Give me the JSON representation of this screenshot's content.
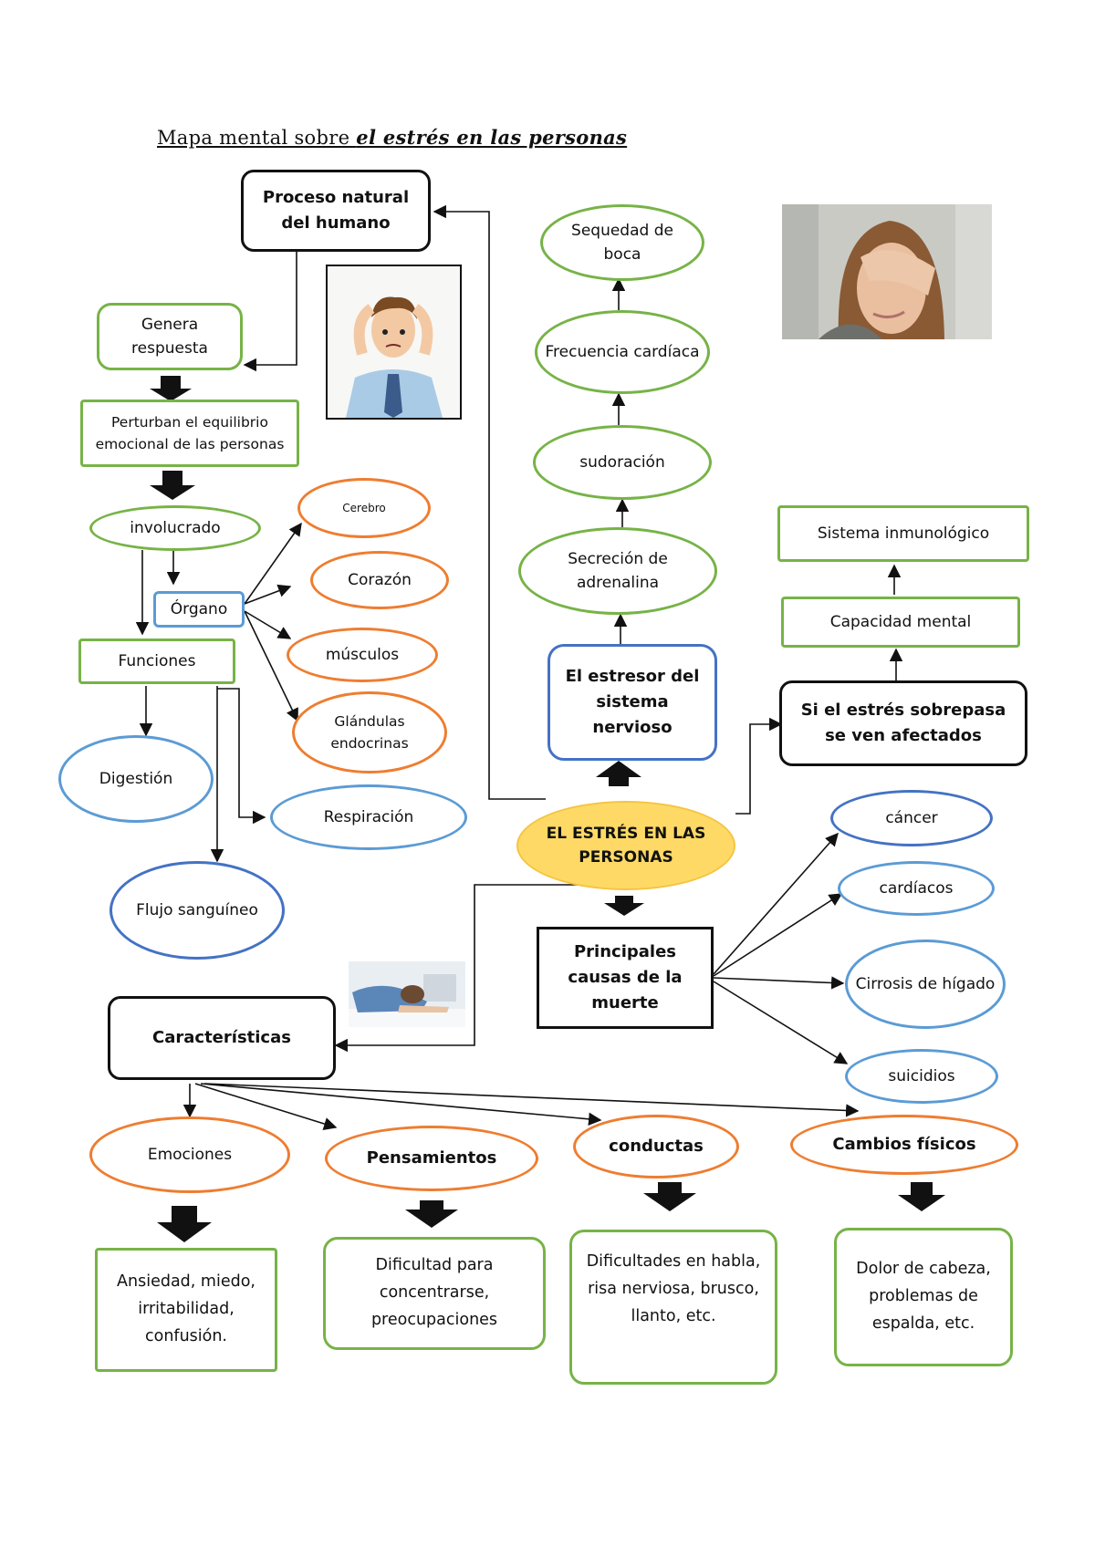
{
  "title": {
    "prefix": "Mapa mental sobre ",
    "emphasis": "el estrés en las personas"
  },
  "colors": {
    "green": "#77b347",
    "orange": "#ee7d31",
    "blue": "#5b9bd5",
    "dark_blue": "#4472c4",
    "yellow": "#ffd966",
    "black": "#111111"
  },
  "nodes": {
    "center": "EL ESTRÉS EN LAS PERSONAS",
    "proceso": "Proceso natural del humano",
    "genera": "Genera respuesta",
    "perturban": "Perturban el equilibrio emocional de las personas",
    "involucrado": "involucrado",
    "organo": "Órgano",
    "funciones": "Funciones",
    "cerebro": "Cerebro",
    "corazon": "Corazón",
    "musculos": "músculos",
    "glandulas": "Glándulas endocrinas",
    "digestion": "Digestión",
    "respiracion": "Respiración",
    "flujo": "Flujo sanguíneo",
    "estresor": "El estresor del sistema nervioso",
    "secrecion": "Secreción de adrenalina",
    "sudoracion": "sudoración",
    "frecuencia": "Frecuencia cardíaca",
    "sequedad": "Sequedad de boca",
    "sobrepasa": "Si el estrés sobrepasa se ven afectados",
    "capacidad": "Capacidad mental",
    "inmunologico": "Sistema inmunológico",
    "causas": "Principales causas de la muerte",
    "cancer": "cáncer",
    "cardiacos": "cardíacos",
    "cirrosis": "Cirrosis de hígado",
    "suicidios": "suicidios",
    "caracteristicas": "Características",
    "emociones": "Emociones",
    "pensamientos": "Pensamientos",
    "conductas": "conductas",
    "cambios": "Cambios físicos",
    "ansiedad": "Ansiedad, miedo, irritabilidad, confusión.",
    "dificultad": "Dificultad para concentrarse, preocupaciones",
    "dificultades": "Dificultades en habla, risa nerviosa, brusco, llanto, etc.",
    "dolor": "Dolor de cabeza, problemas de espalda, etc."
  }
}
